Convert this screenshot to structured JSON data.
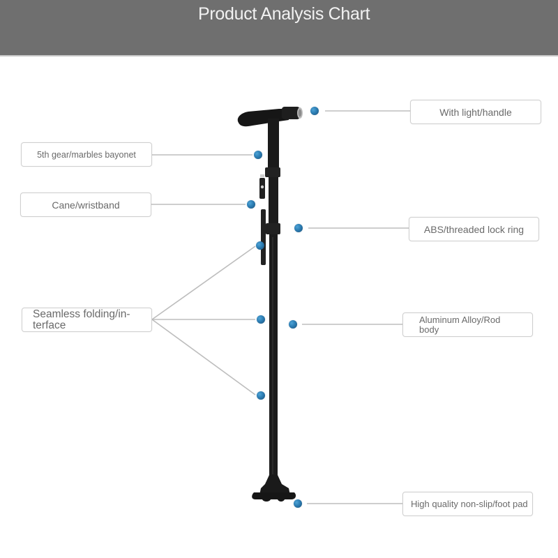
{
  "header": {
    "title": "Product Analysis Chart",
    "background_color": "#6f6f6f",
    "text_color": "#f2f2f2"
  },
  "product": {
    "name": "folding walking cane",
    "color": "#1a1a1a"
  },
  "callouts": [
    {
      "id": "light-handle",
      "label": "With light/handle",
      "side": "right"
    },
    {
      "id": "gear-bayonet",
      "label": "5th gear/marbles bayonet",
      "side": "left"
    },
    {
      "id": "cane-wristband",
      "label": "Cane/wristband",
      "side": "left"
    },
    {
      "id": "lock-ring",
      "label": "ABS/threaded lock ring",
      "side": "right"
    },
    {
      "id": "seamless-folding",
      "label": "Seamless folding/in-terface",
      "side": "left",
      "pointer_count": 3
    },
    {
      "id": "aluminum-rod",
      "label": "Aluminum Alloy/Rod body",
      "side": "right"
    },
    {
      "id": "foot-pad",
      "label": "High quality non-slip/foot pad",
      "side": "right"
    }
  ],
  "colors": {
    "marker": "#2c7db3",
    "leader_line": "#bdbdbd",
    "box_border": "#cfcfcf",
    "label_text": "#6a6a6a"
  }
}
